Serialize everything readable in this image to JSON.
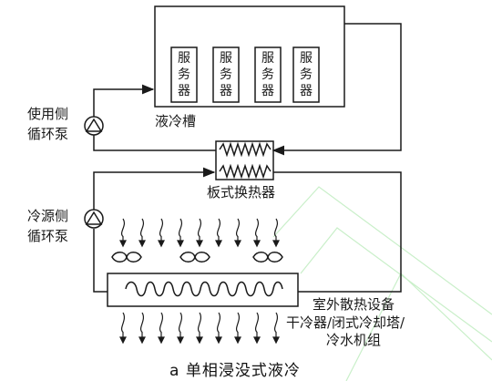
{
  "labels": {
    "pump_user": [
      "使用侧",
      "循环泵"
    ],
    "tank": "液冷槽",
    "heat_exchanger": "板式换热器",
    "pump_source": [
      "冷源侧",
      "循环泵"
    ],
    "outdoor_title": "室外散热设备",
    "outdoor_line2": "干冷器/闭式冷却塔/",
    "outdoor_line3": "冷水机组",
    "caption": "a  单相浸没式液冷"
  },
  "servers": [
    "服务器",
    "服务器",
    "服务器",
    "服务器"
  ],
  "colors": {
    "line": "#1a1a1a",
    "watermark": "#c9efc9"
  }
}
